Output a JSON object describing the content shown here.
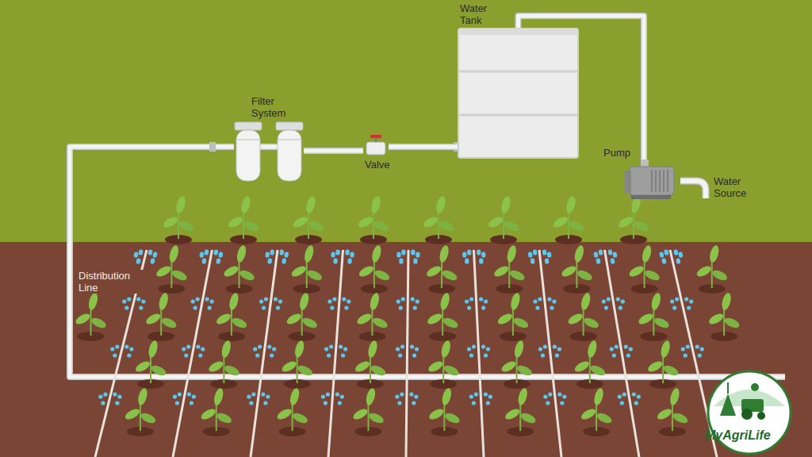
{
  "diagram": {
    "nodes": [
      {
        "text": [
          "Water Tank"
        ]
      },
      {
        "text": [
          "Filter System"
        ]
      },
      {
        "text": [
          "Valve"
        ]
      },
      {
        "text": [
          "Pump"
        ]
      }
    ],
    "edges": [
      {
        "from": 3,
        "to": 0,
        "arrow": "none"
      },
      {
        "from": 0,
        "to": 2,
        "arrow": "none"
      },
      {
        "from": 2,
        "to": 1,
        "arrow": "none"
      }
    ],
    "labels": [
      "Water Source",
      "Distribution Line",
      "MyAgriLife"
    ]
  }
}
